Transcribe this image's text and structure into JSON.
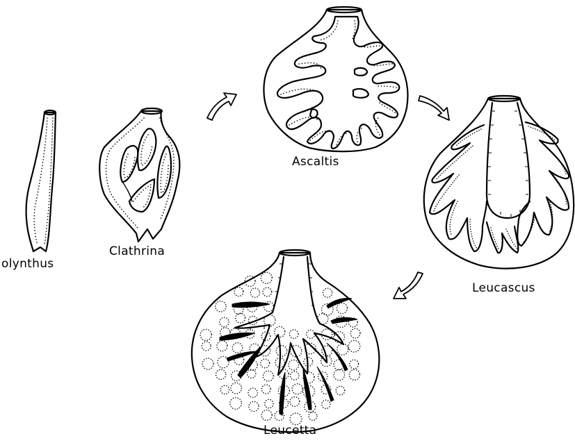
{
  "labels": {
    "olynthus": "olynthus",
    "clathrina": "Clathrina",
    "ascaltis": "Ascaltis",
    "leucascus": "Leucascus",
    "leucetta": "Leucetta"
  }
}
